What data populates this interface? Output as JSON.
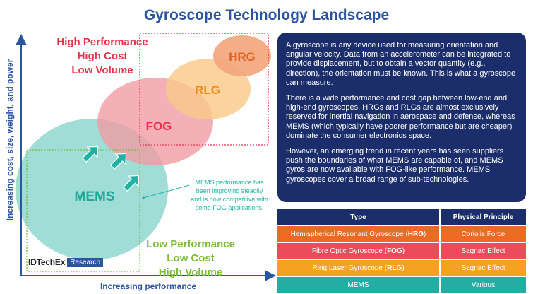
{
  "title": "Gyroscope Technology Landscape",
  "axes": {
    "y_label": "Increasing cost, size, weight, and power",
    "x_label": "Increasing performance"
  },
  "zones": {
    "high": [
      "High Performance",
      "High Cost",
      "Low Volume"
    ],
    "low": [
      "Low Performance",
      "Low Cost",
      "High Volume"
    ]
  },
  "bubbles": {
    "hrg": "HRG",
    "rlg": "RLG",
    "fog": "FOG",
    "mems": "MEMS"
  },
  "annotation": "MEMS performance has been improving steadily and is now competitive with some FOG applications.",
  "logo": {
    "main": "IDTechEx",
    "sub": "Research"
  },
  "description": [
    "A gyroscope is any device used for measuring orientation and angular velocity. Data from an accelerometer can be integrated to provide displacement, but to obtain a vector quantity (e.g., direction), the orientation must be known. This is what a gyroscope can measure.",
    "There is a wide performance and cost gap between low-end and high-end gyroscopes. HRGs and RLGs are almost exclusively reserved for inertial navigation in aerospace and defense, whereas MEMS (which typically have poorer performance but are cheaper) dominate the consumer electronics space.",
    "However, an emerging trend in recent years has seen suppliers push the boundaries of what MEMS are capable of, and MEMS gyros are now available with FOG-like performance. MEMS gyroscopes cover a broad range of sub-technologies."
  ],
  "table": {
    "headers": [
      "Type",
      "Physical Principle"
    ],
    "rows": [
      {
        "type_prefix": "Hemispherical Resonant Gyroscope (",
        "type_abbr": "HRG",
        "type_suffix": ")",
        "principle": "Coriolis Force"
      },
      {
        "type_prefix": "Fibre Optic Gyroscope (",
        "type_abbr": "FOG",
        "type_suffix": ")",
        "principle": "Sagnac Effect"
      },
      {
        "type_prefix": "Ring Laser Gyroscope (",
        "type_abbr": "RLG",
        "type_suffix": ")",
        "principle": "Sagnac Effect"
      },
      {
        "type_prefix": "MEMS",
        "type_abbr": "",
        "type_suffix": "",
        "principle": "Various"
      }
    ]
  },
  "colors": {
    "title_blue": "#2c55a0",
    "high_red": "#e5334b",
    "low_green": "#7dbd3b",
    "teal": "#1fb3a4",
    "navy": "#1b2e6b",
    "hrg_orange": "#ec6a23",
    "fog_red": "#ea4c5b",
    "rlg_yellow": "#f6a11f",
    "mems_teal": "#24ada3"
  }
}
